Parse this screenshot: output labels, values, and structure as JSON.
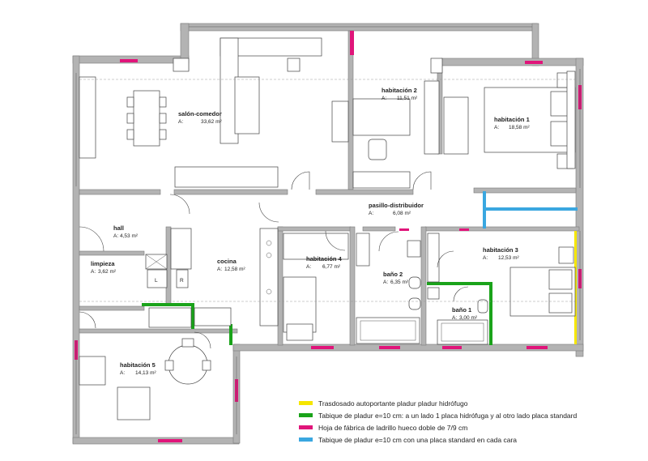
{
  "rooms": [
    {
      "id": "salon",
      "name": "salón-comedor",
      "area_label": "A:",
      "area": "33,62 m²"
    },
    {
      "id": "hab2",
      "name": "habitación 2",
      "area_label": "A:",
      "area": "11,51 m²"
    },
    {
      "id": "hab1",
      "name": "habitación 1",
      "area_label": "A:",
      "area": "18,58 m²"
    },
    {
      "id": "pasillo",
      "name": "pasillo-distribuidor",
      "area_label": "A:",
      "area": "6,08 m²"
    },
    {
      "id": "hall",
      "name": "hall",
      "area_label": "A:",
      "area": "4,53 m²"
    },
    {
      "id": "limpieza",
      "name": "limpieza",
      "area_label": "A:",
      "area": "3,62 m²"
    },
    {
      "id": "cocina",
      "name": "cocina",
      "area_label": "A:",
      "area": "12,58 m²"
    },
    {
      "id": "hab4",
      "name": "habitación 4",
      "area_label": "A:",
      "area": "6,77 m²"
    },
    {
      "id": "bano2",
      "name": "baño 2",
      "area_label": "A:",
      "area": "6,35 m²"
    },
    {
      "id": "hab3",
      "name": "habitación 3",
      "area_label": "A:",
      "area": "12,53 m²"
    },
    {
      "id": "bano1",
      "name": "baño 1",
      "area_label": "A:",
      "area": "3,00 m²"
    },
    {
      "id": "hab5",
      "name": "habitación 5",
      "area_label": "A:",
      "area": "14,13 m²"
    }
  ],
  "fixture_labels": {
    "lavadora": "L",
    "refrigerador": "R"
  },
  "legend": [
    {
      "text": "Trasdosado autoportante pladur pladur hidrófugo",
      "color": "#f5e600"
    },
    {
      "text": "Tabique de pladur e=10 cm: a un lado 1 placa hidrófuga y al otro lado placa standard",
      "color": "#1aa31a"
    },
    {
      "text": "Hoja de fábrica de ladrillo hueco doble de 7/9 cm",
      "color": "#e0157a"
    },
    {
      "text": "Tabique de pladur e=10 cm con una placa standard en cada cara",
      "color": "#3aa7e0"
    }
  ],
  "colors": {
    "wall": "#b3b3b3",
    "brick": "#e0157a",
    "green": "#1aa31a",
    "yellow": "#f5e600",
    "blue": "#3aa7e0"
  }
}
